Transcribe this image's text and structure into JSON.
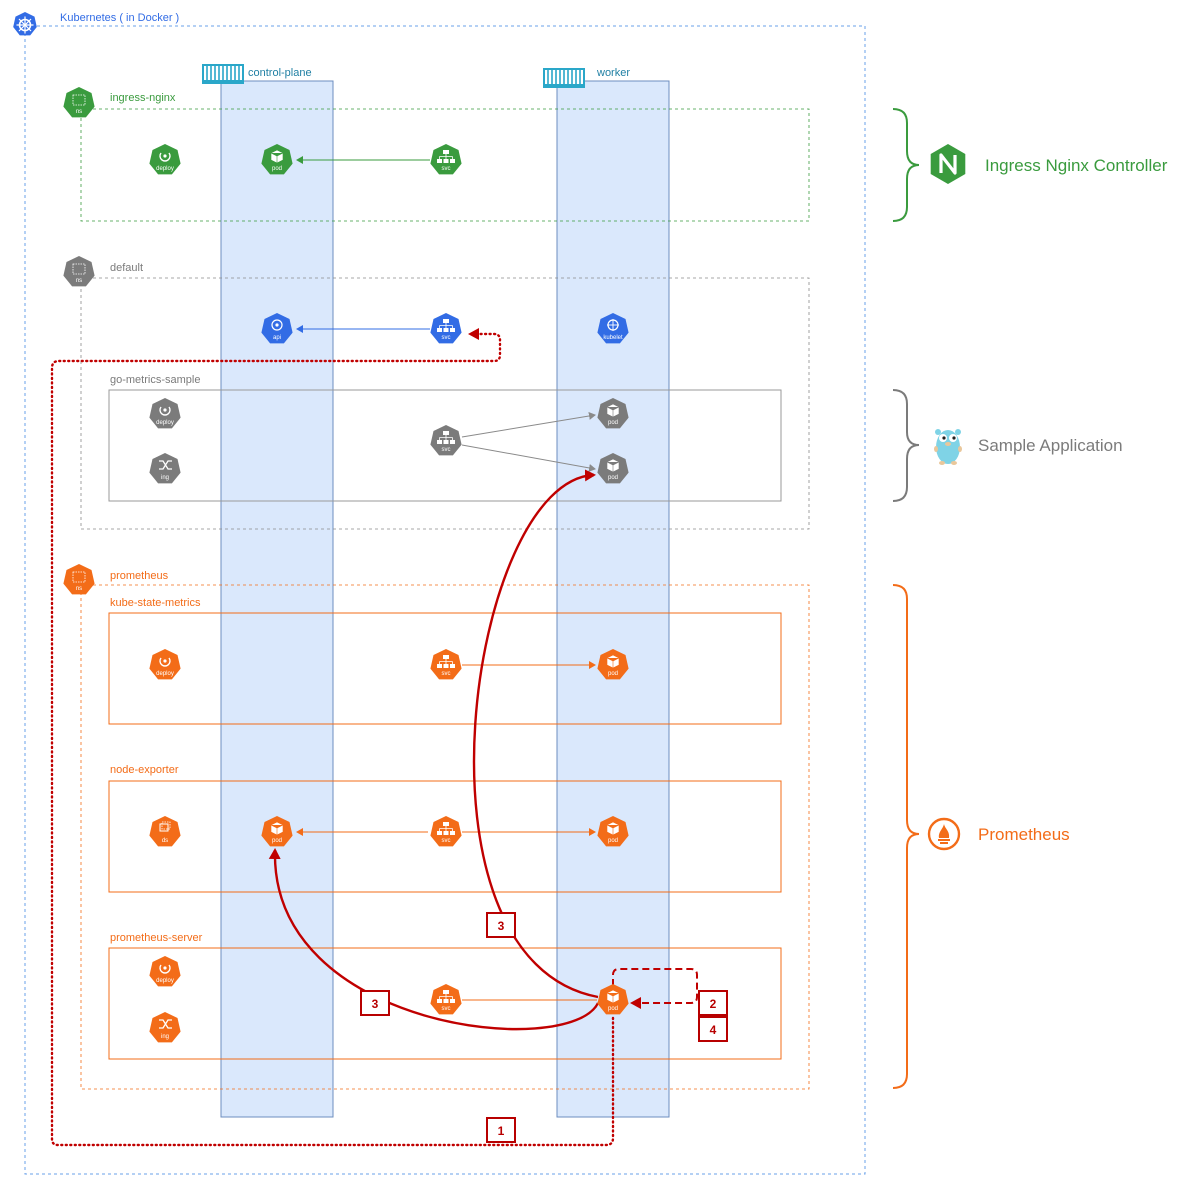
{
  "cluster": {
    "title": "Kubernetes ( in Docker  )"
  },
  "nodes": {
    "control_plane": "control-plane",
    "worker": "worker"
  },
  "namespaces": {
    "ingress_nginx": "ingress-nginx",
    "default": "default",
    "go_metrics_sample": "go-metrics-sample",
    "prometheus": "prometheus",
    "kube_state_metrics": "kube-state-metrics",
    "node_exporter": "node-exporter",
    "prometheus_server": "prometheus-server"
  },
  "icons": {
    "ns": "ns",
    "deploy": "deploy",
    "pod": "pod",
    "svc": "svc",
    "api": "api",
    "kubelet": "kubelet",
    "ing": "ing",
    "ds": "ds"
  },
  "side_labels": {
    "ingress": "Ingress Nginx Controller",
    "sample": "Sample Application",
    "prometheus": "Prometheus"
  },
  "steps": {
    "one": "1",
    "two": "2",
    "three": "3",
    "four": "4"
  },
  "colors": {
    "k8s_blue": "#326ce5",
    "green": "#3a9b3e",
    "gray": "#7b7b7b",
    "orange": "#f36c18",
    "node_fill": "#dae8fc",
    "node_stroke": "#6c8ebf",
    "flow_red": "#c00000"
  }
}
